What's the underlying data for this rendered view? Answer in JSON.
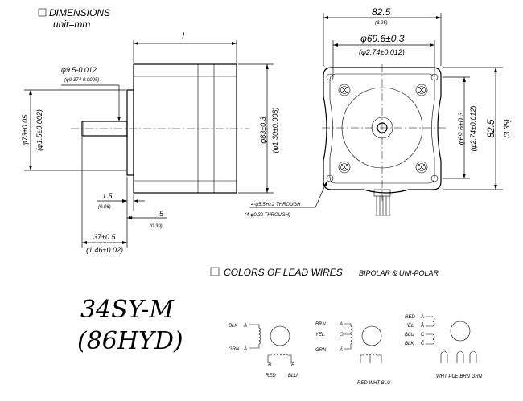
{
  "header": {
    "dimensions_title": "DIMENSIONS",
    "unit": "unit=mm"
  },
  "side_view": {
    "length_label": "L",
    "shaft_dia": "φ9.5-0.012",
    "shaft_dia_in": "(φ0.374-0.0005)",
    "pilot_dia": "φ73±0.05",
    "pilot_dia_in": "(φ1.5±0.002)",
    "body_dia": "φ83±0.3",
    "body_dia_in": "(φ1.30±0.008)",
    "dim_a": "1.5",
    "dim_a_in": "(0.06)",
    "dim_b": "5",
    "dim_b_in": "(0.39)",
    "shaft_len": "37±0.5",
    "shaft_len_in": "(1.46±0.02)"
  },
  "front_view": {
    "width": "82.5",
    "width_in": "(3.25)",
    "bolt_circle": "φ69.6±0.3",
    "bolt_circle_in": "(φ2.74±0.012)",
    "bolt_circle_v": "φ69.6±0.3",
    "bolt_circle_v_in": "(φ2.74±0.012)",
    "height": "82.5",
    "height_in": "(3.35)",
    "holes": "4-φ5.5+0.2 THROUGH",
    "holes_in": "(4-φ0.22 THROUGH)"
  },
  "model": {
    "line1": "34SY-M",
    "line2": "(86HYD)"
  },
  "colors": {
    "title": "COLORS OF LEAD WIRES",
    "subtitle": "BIPOLAR & UNI-POLAR",
    "diagram1": {
      "wires": [
        "BLK",
        "GRN"
      ],
      "poles": [
        "A",
        "Ā"
      ],
      "bottom": [
        "RED",
        "BLU"
      ],
      "bottom_poles": [
        "B",
        "B̄"
      ]
    },
    "diagram2": {
      "wires": [
        "BRN",
        "YEL",
        "GRN"
      ],
      "poles": [
        "A",
        "O",
        "Ā"
      ],
      "bottom": "RED WHT BLU"
    },
    "diagram3": {
      "wires": [
        "RED",
        "YEL",
        "BLU",
        "BLK"
      ],
      "poles": [
        "A",
        "Ā",
        "C",
        "C̄"
      ],
      "bottom": "WHT PUE BRN GRN"
    }
  }
}
